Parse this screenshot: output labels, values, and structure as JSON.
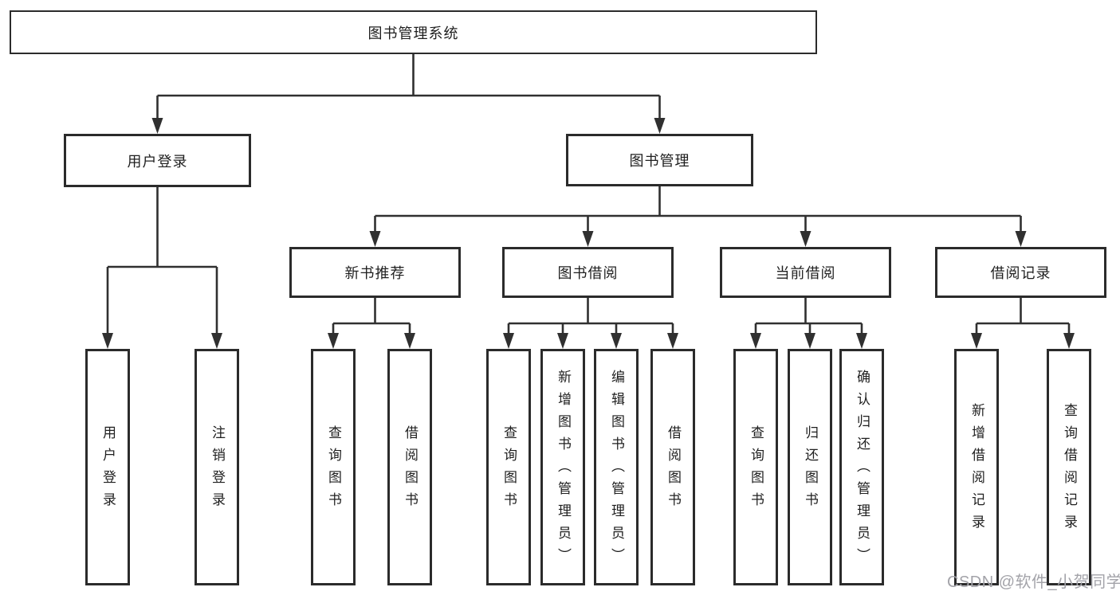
{
  "tree": {
    "label": "图书管理系统",
    "children": [
      {
        "label": "用户登录",
        "children": [
          {
            "label": "用户登录"
          },
          {
            "label": "注销登录"
          }
        ]
      },
      {
        "label": "图书管理",
        "children": [
          {
            "label": "新书推荐",
            "children": [
              {
                "label": "查询图书"
              },
              {
                "label": "借阅图书"
              }
            ]
          },
          {
            "label": "图书借阅",
            "children": [
              {
                "label": "查询图书"
              },
              {
                "label": "新增图书（管理员）"
              },
              {
                "label": "编辑图书（管理员）"
              },
              {
                "label": "借阅图书"
              }
            ]
          },
          {
            "label": "当前借阅",
            "children": [
              {
                "label": "查询图书"
              },
              {
                "label": "归还图书"
              },
              {
                "label": "确认归还（管理员）"
              }
            ]
          },
          {
            "label": "借阅记录",
            "children": [
              {
                "label": "新增借阅记录"
              },
              {
                "label": "查询借阅记录"
              }
            ]
          }
        ]
      }
    ]
  },
  "watermark": {
    "text": "CSDN @软件_小贺同学"
  },
  "colors": {
    "line_color": "#303030",
    "border_color": "#2b2b2b",
    "text_color": "#1f1f1f",
    "bg_color": "#ffffff",
    "watermark_color": "#a3a3a9"
  }
}
